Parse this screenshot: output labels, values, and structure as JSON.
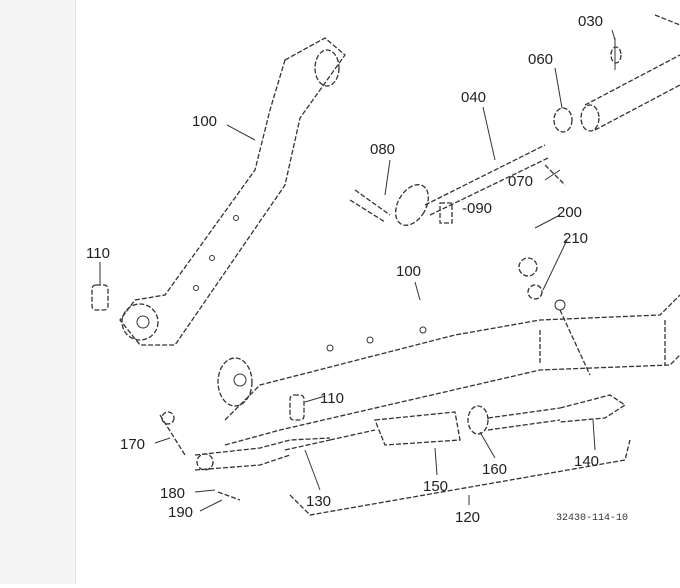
{
  "diagram": {
    "labels": {
      "p030": "030",
      "p060": "060",
      "p040": "040",
      "p100a": "100",
      "p080": "080",
      "p070": "070",
      "p090": "-090",
      "p200": "200",
      "p210": "210",
      "p110a": "110",
      "p100b": "100",
      "p110b": "110",
      "p170": "170",
      "p130": "130",
      "p150": "150",
      "p160": "160",
      "p140": "140",
      "p180": "180",
      "p190": "190",
      "p120": "120"
    },
    "figure_code": "32430-114-10"
  }
}
